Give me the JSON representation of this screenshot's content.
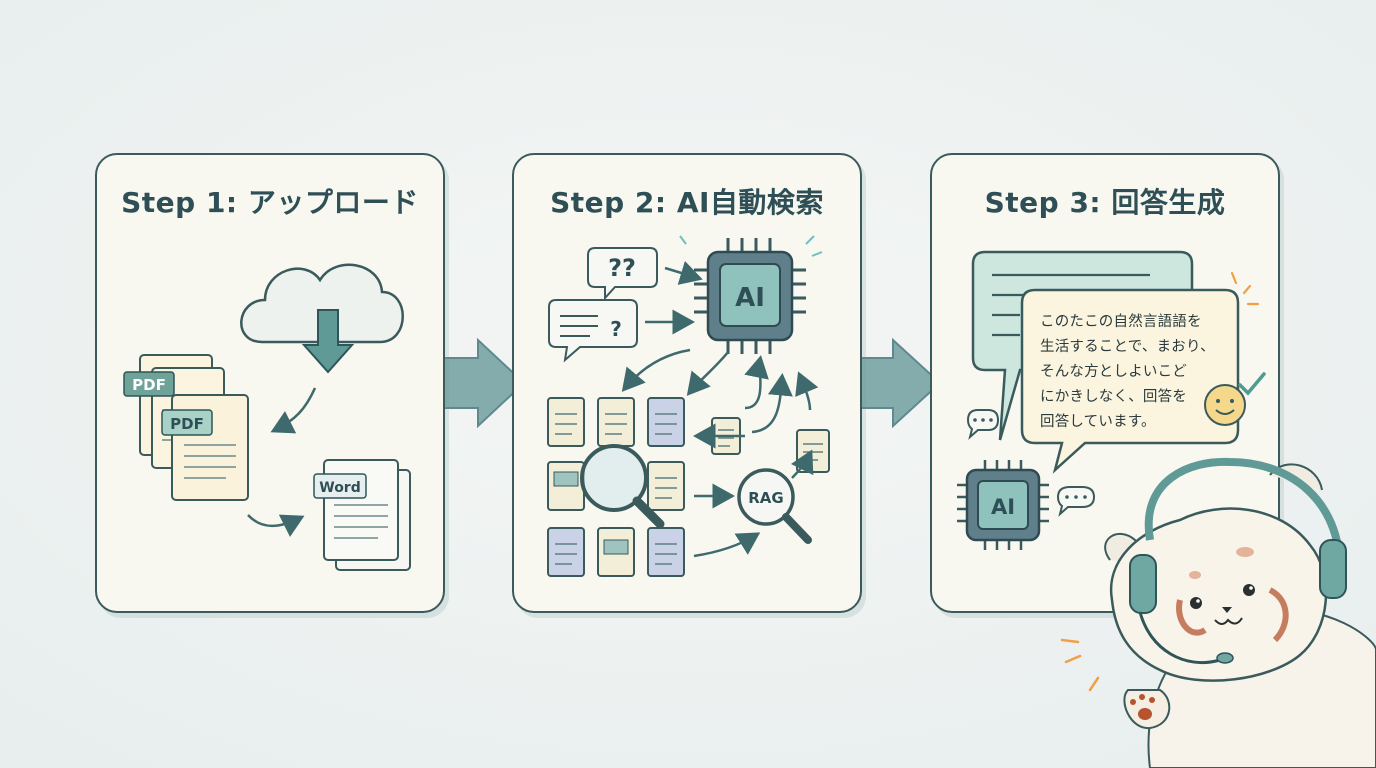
{
  "steps": [
    {
      "title": "Step 1: アップロード"
    },
    {
      "title": "Step 2: AI自動検索"
    },
    {
      "title": "Step 3: 回答生成"
    }
  ],
  "step1": {
    "pdf_label_1": "PDF",
    "pdf_label_2": "PDF",
    "word_label": "Word"
  },
  "step2": {
    "question_marks": "??",
    "question_mark": "?",
    "chip_label": "AI",
    "rag_label": "RAG"
  },
  "step3": {
    "chip_label": "AI",
    "answer_lines": [
      "このたこの自然言語語を",
      "生活することで、まおり、",
      "そんな方としよいこど",
      "にかきしなく、回答を",
      "回答しています。"
    ]
  },
  "colors": {
    "outline": "#3a5a5c",
    "teal_accent": "#5f9c9a",
    "panel_bg": "#f8f7f0",
    "arrow_fill": "#6f9fa0",
    "orange_accent": "#f0a044"
  }
}
